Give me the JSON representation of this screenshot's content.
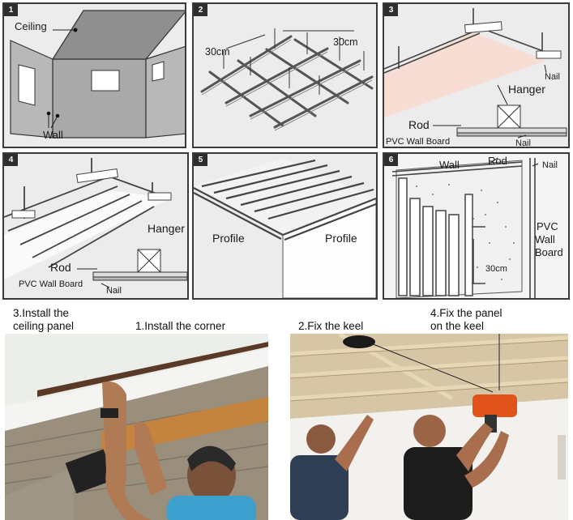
{
  "steps": [
    {
      "number": "1",
      "labels": {
        "ceiling": "Ceiling",
        "wall": "Wall"
      }
    },
    {
      "number": "2",
      "labels": {
        "dim_left": "30cm",
        "dim_right": "30cm"
      }
    },
    {
      "number": "3",
      "labels": {
        "nail": "Nail",
        "hanger": "Hanger",
        "rod": "Rod",
        "board": "PVC Wall Board",
        "nail2": "Nail"
      }
    },
    {
      "number": "4",
      "labels": {
        "hanger": "Hanger",
        "rod": "Rod",
        "board": "PVC Wall Board",
        "nail": "Nail"
      }
    },
    {
      "number": "5",
      "labels": {
        "profile_left": "Profile",
        "profile_right": "Profile"
      }
    },
    {
      "number": "6",
      "labels": {
        "wall": "Wall",
        "rod": "Rod",
        "nail": "Nail",
        "pvc1": "PVC",
        "pvc2": "Wall",
        "pvc3": "Board",
        "dim": "30cm"
      }
    }
  ],
  "captions": {
    "left_1": "3.Install the",
    "left_2": "ceiling panel",
    "left_3": "1.Install the corner",
    "right_1": "2.Fix the keel",
    "right_2": "4.Fix the panel",
    "right_3": "on the keel"
  }
}
